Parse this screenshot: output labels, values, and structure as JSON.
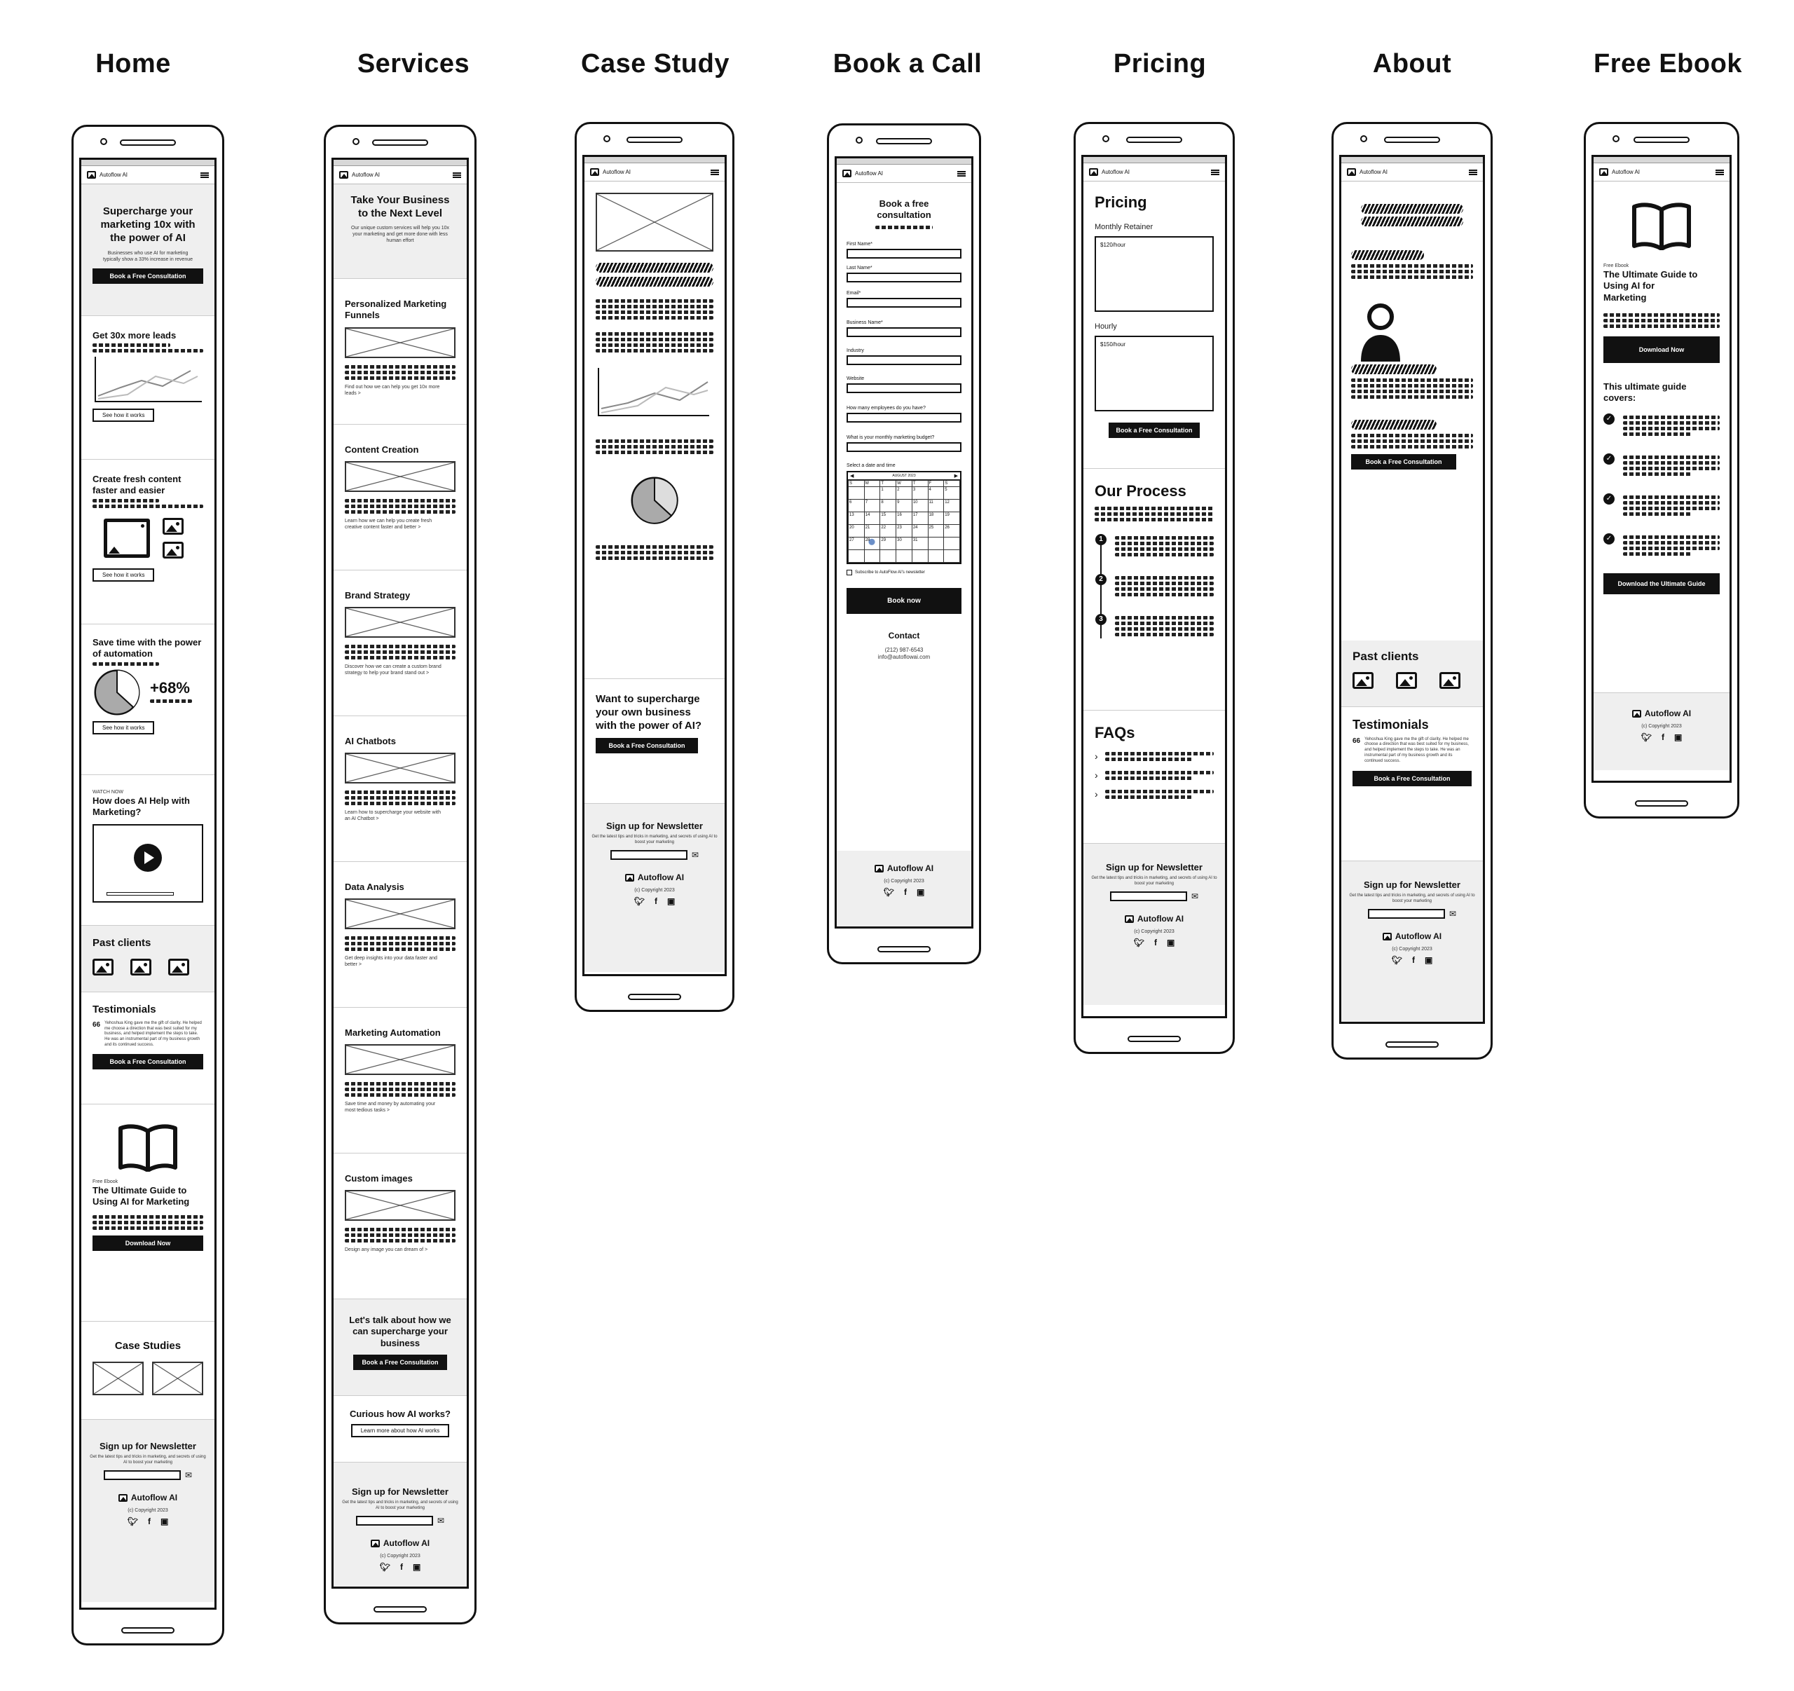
{
  "columns": {
    "home": "Home",
    "services": "Services",
    "case_study": "Case Study",
    "book": "Book a Call",
    "pricing": "Pricing",
    "about": "About",
    "ebook": "Free Ebook"
  },
  "brand": "Autoflow AI",
  "common": {
    "cta": "Book a Free Consultation",
    "newsletter_title": "Sign up for Newsletter",
    "newsletter_text": "Get the latest tips and tricks in marketing, and secrets of using AI to boost your marketing",
    "copyright": "(c) Copyright 2023",
    "past_clients": "Past clients",
    "testimonials": "Testimonials",
    "testimonial_quote": "Yehoshua King gave me the gift of clarity. He helped me choose a direction that was best suited for my business, and helped implement the steps to take. He was an instrumental part of my business growth and its continued success.",
    "quote_mark": "66"
  },
  "home": {
    "hero_title": "Supercharge your marketing 10x with the power of AI",
    "hero_sub": "Businesses who use AI for marketing typically show a 33% increase in revenue",
    "leads_title": "Get 30x more leads",
    "see_how": "See how it works",
    "content_title": "Create fresh content faster and easier",
    "auto_title": "Save time with the power of automation",
    "stat": "+68%",
    "watch_label": "WATCH NOW",
    "video_title": "How does AI Help with Marketing?",
    "ebook_label": "Free Ebook",
    "ebook_title": "The Ultimate Guide to Using AI for Marketing",
    "download": "Download Now",
    "case_studies": "Case Studies"
  },
  "services": {
    "hero_title": "Take Your Business to the Next Level",
    "hero_sub": "Our unique custom services will help you 10x your marketing and get more done with less human effort",
    "items": [
      {
        "title": "Personalized Marketing Funnels",
        "link": "Find out how we can help you get 10x more leads >"
      },
      {
        "title": "Content Creation",
        "link": "Learn how we can help you create fresh creative content faster and better >"
      },
      {
        "title": "Brand Strategy",
        "link": "Discover how we can create a custom brand strategy to help your brand stand out >"
      },
      {
        "title": "AI Chatbots",
        "link": "Learn how to supercharge your website with an AI Chatbot >"
      },
      {
        "title": "Data Analysis",
        "link": "Get deep insights into your data faster and better >"
      },
      {
        "title": "Marketing Automation",
        "link": "Save time and money by automating your most tedious tasks >"
      },
      {
        "title": "Custom images",
        "link": "Design any image you can dream of >"
      }
    ],
    "talk_title": "Let's talk about how we can supercharge your business",
    "curious_title": "Curious how AI works?",
    "learn_btn": "Learn more about how AI works"
  },
  "case_study": {
    "cta_title": "Want to supercharge your own business with the power of AI?"
  },
  "book": {
    "title": "Book a free consultation",
    "fields": [
      "First Name*",
      "Last Name*",
      "Email*",
      "Business Name*",
      "Industry",
      "Website",
      "How many employees do you have?",
      "What is your monthly marketing budget?"
    ],
    "date_label": "Select a date and time",
    "month": "AUGUST 2023",
    "weekdays": [
      "S",
      "M",
      "T",
      "W",
      "T",
      "F",
      "S"
    ],
    "days": [
      [
        "",
        "",
        "1",
        "2",
        "3",
        "4",
        "5"
      ],
      [
        "6",
        "7",
        "8",
        "9",
        "10",
        "11",
        "12"
      ],
      [
        "13",
        "14",
        "15",
        "16",
        "17",
        "18",
        "19"
      ],
      [
        "20",
        "21",
        "22",
        "23",
        "24",
        "25",
        "26"
      ],
      [
        "27",
        "28",
        "29",
        "30",
        "31",
        "",
        ""
      ],
      [
        "",
        "",
        "",
        "",
        "",
        "",
        ""
      ]
    ],
    "subscribe": "Subscribe to AutoFlow AI's newsletter",
    "book_now": "Book now",
    "contact_title": "Contact",
    "phone": "(212) 987-6543",
    "email": "info@autoflowai.com"
  },
  "pricing": {
    "title": "Pricing",
    "retainer_label": "Monthly Retainer",
    "retainer_price": "$120/hour",
    "hourly_label": "Hourly",
    "hourly_price": "$150/hour",
    "process_title": "Our Process",
    "steps": [
      "1",
      "2",
      "3"
    ],
    "faqs_title": "FAQs"
  },
  "ebook": {
    "label": "Free Ebook",
    "title": "The Ultimate Guide to Using AI for Marketing",
    "download": "Download Now",
    "covers_title": "This ultimate guide covers:",
    "download_guide": "Download the Ultimate Guide"
  }
}
